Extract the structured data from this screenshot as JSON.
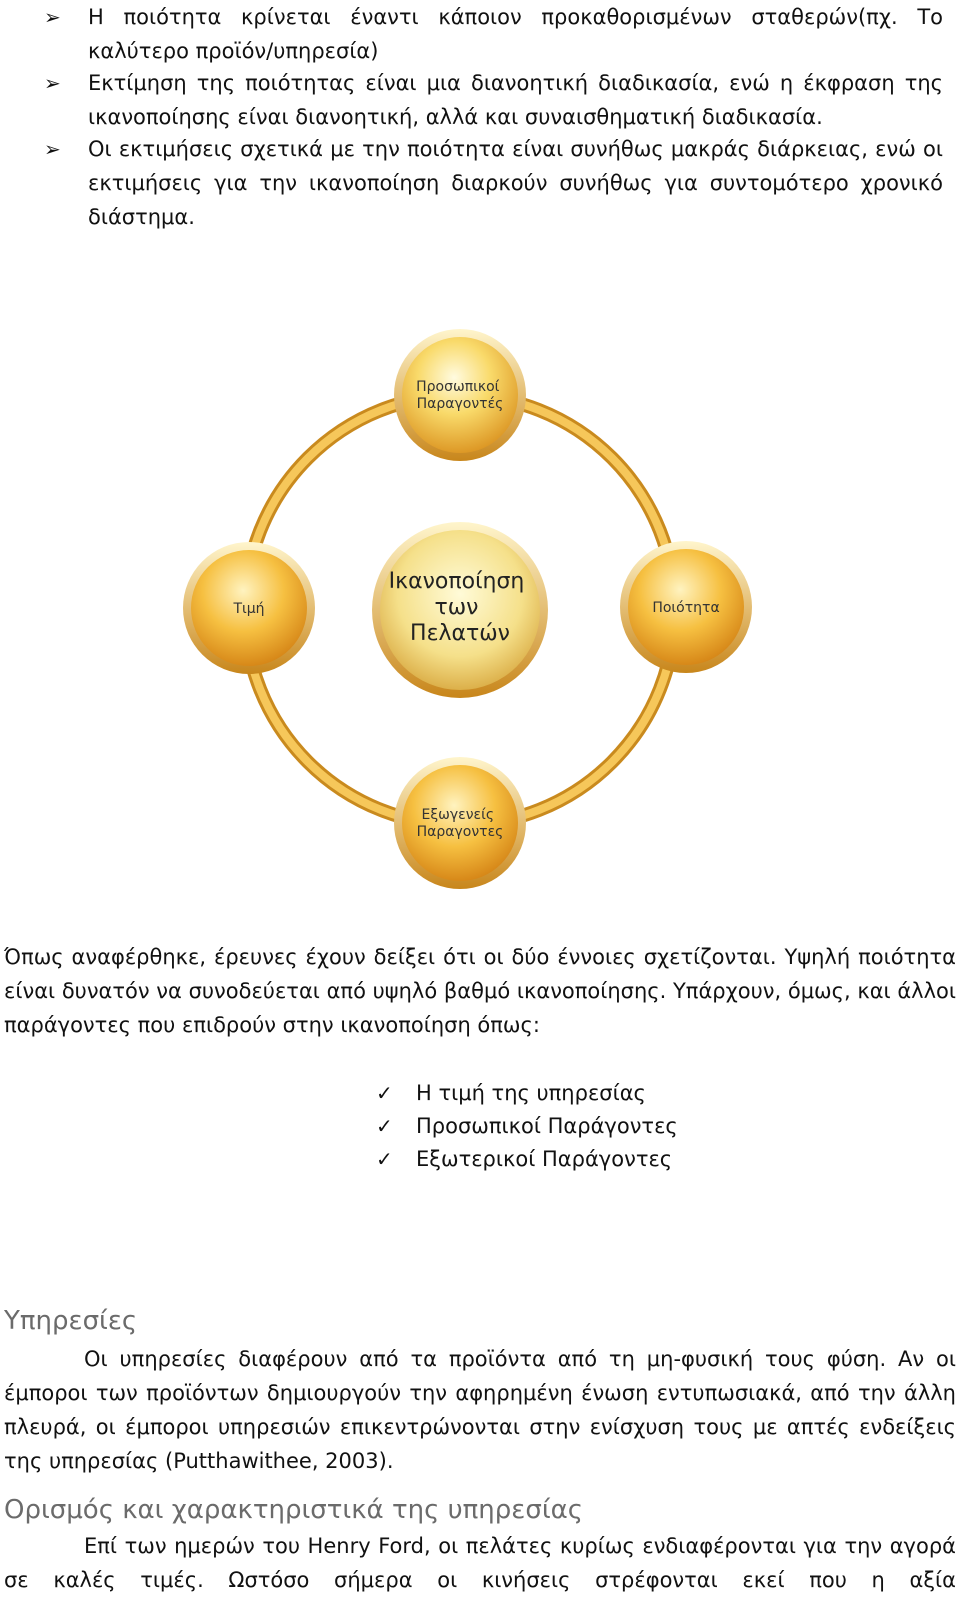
{
  "bullets": [
    "Η ποιότητα κρίνεται έναντι κάποιον προκαθορισμένων σταθερών(πχ. Το καλύτερο προϊόν/υπηρεσία)",
    "Εκτίμηση της ποιότητας είναι μια διανοητική διαδικασία, ενώ η έκφραση της ικανοποίησης είναι διανοητική, αλλά και συναισθηματική διαδικασία.",
    "Οι εκτιμήσεις σχετικά με την ποιότητα είναι συνήθως μακράς διάρκειας, ενώ οι εκτιμήσεις για την ικανοποίηση διαρκούν συνήθως για συντομότερο χρονικό διάστημα."
  ],
  "diagram": {
    "center": [
      "Ικανοποίηση",
      "των",
      "Πελατών"
    ],
    "top": [
      "Προσωπικοί",
      "Παραγοντές"
    ],
    "right": [
      "Ποιότητα"
    ],
    "bottom": [
      "Εξωγενείς",
      "Παραγοντες"
    ],
    "left": [
      "Τιμή"
    ],
    "colors": {
      "ring": "#f0b53a",
      "ring_dark": "#c88a1e",
      "node_light": "#fff3b0",
      "node_mid": "#f7cf55",
      "node_dark": "#e59a22"
    }
  },
  "para1": "Όπως αναφέρθηκε, έρευνες έχουν δείξει ότι οι δύο έννοιες σχετίζονται. Υψηλή ποιότητα είναι δυνατόν να συνοδεύεται από υψηλό βαθμό ικανοποίησης. Υπάρχουν, όμως, και άλλοι παράγοντες που επιδρούν στην ικανοποίηση όπως:",
  "checks": [
    "Η τιμή της υπηρεσίας",
    "Προσωπικοί Παράγοντες",
    "Εξωτερικοί Παράγοντες"
  ],
  "heading1": "Υπηρεσίες",
  "para2": "Οι υπηρεσίες διαφέρουν από τα προϊόντα από τη μη-φυσική τους φύση. Αν οι έμποροι των προϊόντων δημιουργούν την αφηρημένη ένωση εντυπωσιακά, από την άλλη πλευρά, οι έμποροι υπηρεσιών επικεντρώνονται στην ενίσχυση τους με απτές ενδείξεις της υπηρεσίας (Putthawithee, 2003).",
  "heading2": "Ορισμός και χαρακτηριστικά της υπηρεσίας",
  "para3": "Επί των ημερών του Henry Ford, οι πελάτες κυρίως ενδιαφέρονται για την αγορά σε καλές τιμές. Ωστόσο σήμερα οι κινήσεις στρέφονται εκεί που η αξία"
}
